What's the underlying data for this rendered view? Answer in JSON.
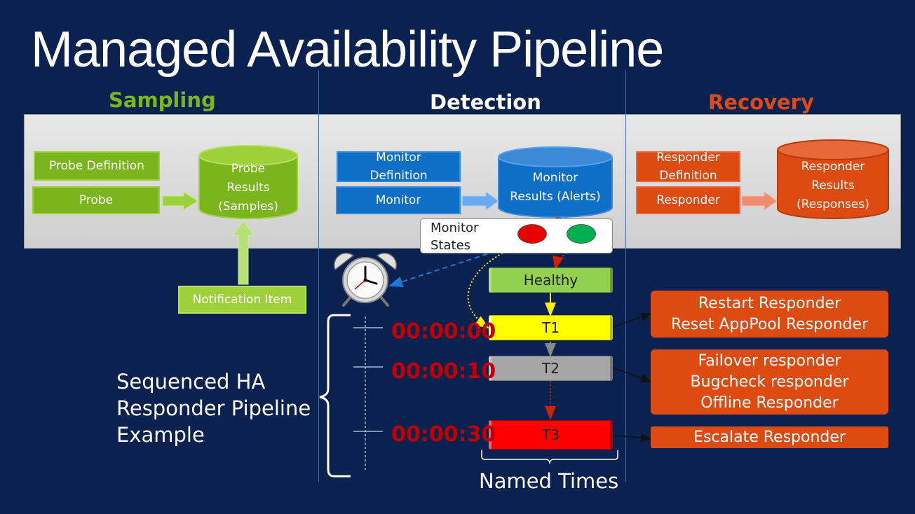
{
  "title": "Managed Availability Pipeline",
  "sections": {
    "sampling": "Sampling",
    "detection": "Detection",
    "recovery": "Recovery"
  },
  "sampling": {
    "probe_definition": "Probe Definition",
    "probe": "Probe",
    "results_line1": "Probe",
    "results_line2": "Results",
    "results_line3": "(Samples)",
    "notification_item": "Notification Item"
  },
  "detection": {
    "monitor_definition_line1": "Monitor",
    "monitor_definition_line2": "Definition",
    "monitor": "Monitor",
    "results_line1": "Monitor",
    "results_line2": "Results (Alerts)",
    "monitor_states_line1": "Monitor",
    "monitor_states_line2": "States"
  },
  "recovery": {
    "responder_definition_line1": "Responder",
    "responder_definition_line2": "Definition",
    "responder": "Responder",
    "results_line1": "Responder",
    "results_line2": "Results",
    "results_line3": "(Responses)"
  },
  "pipeline": {
    "healthy": "Healthy",
    "t1": "T1",
    "t2": "T2",
    "t3": "T3",
    "time_t1": "00:00:00",
    "time_t2": "00:00:10",
    "time_t3": "00:00:30",
    "named_times": "Named Times",
    "caption_line1": "Sequenced HA",
    "caption_line2": "Responder Pipeline",
    "caption_line3": "Example"
  },
  "responders": {
    "group1_line1": "Restart Responder",
    "group1_line2": "Reset AppPool Responder",
    "group2_line1": "Failover responder",
    "group2_line2": "Bugcheck responder",
    "group2_line3": "Offline Responder",
    "group3_line1": "Escalate Responder"
  },
  "colors": {
    "background": "#0b2150",
    "sampling": "#7ab51d",
    "detection": "#0f6fc6",
    "recovery": "#dd4b12",
    "time": "#c00000"
  }
}
